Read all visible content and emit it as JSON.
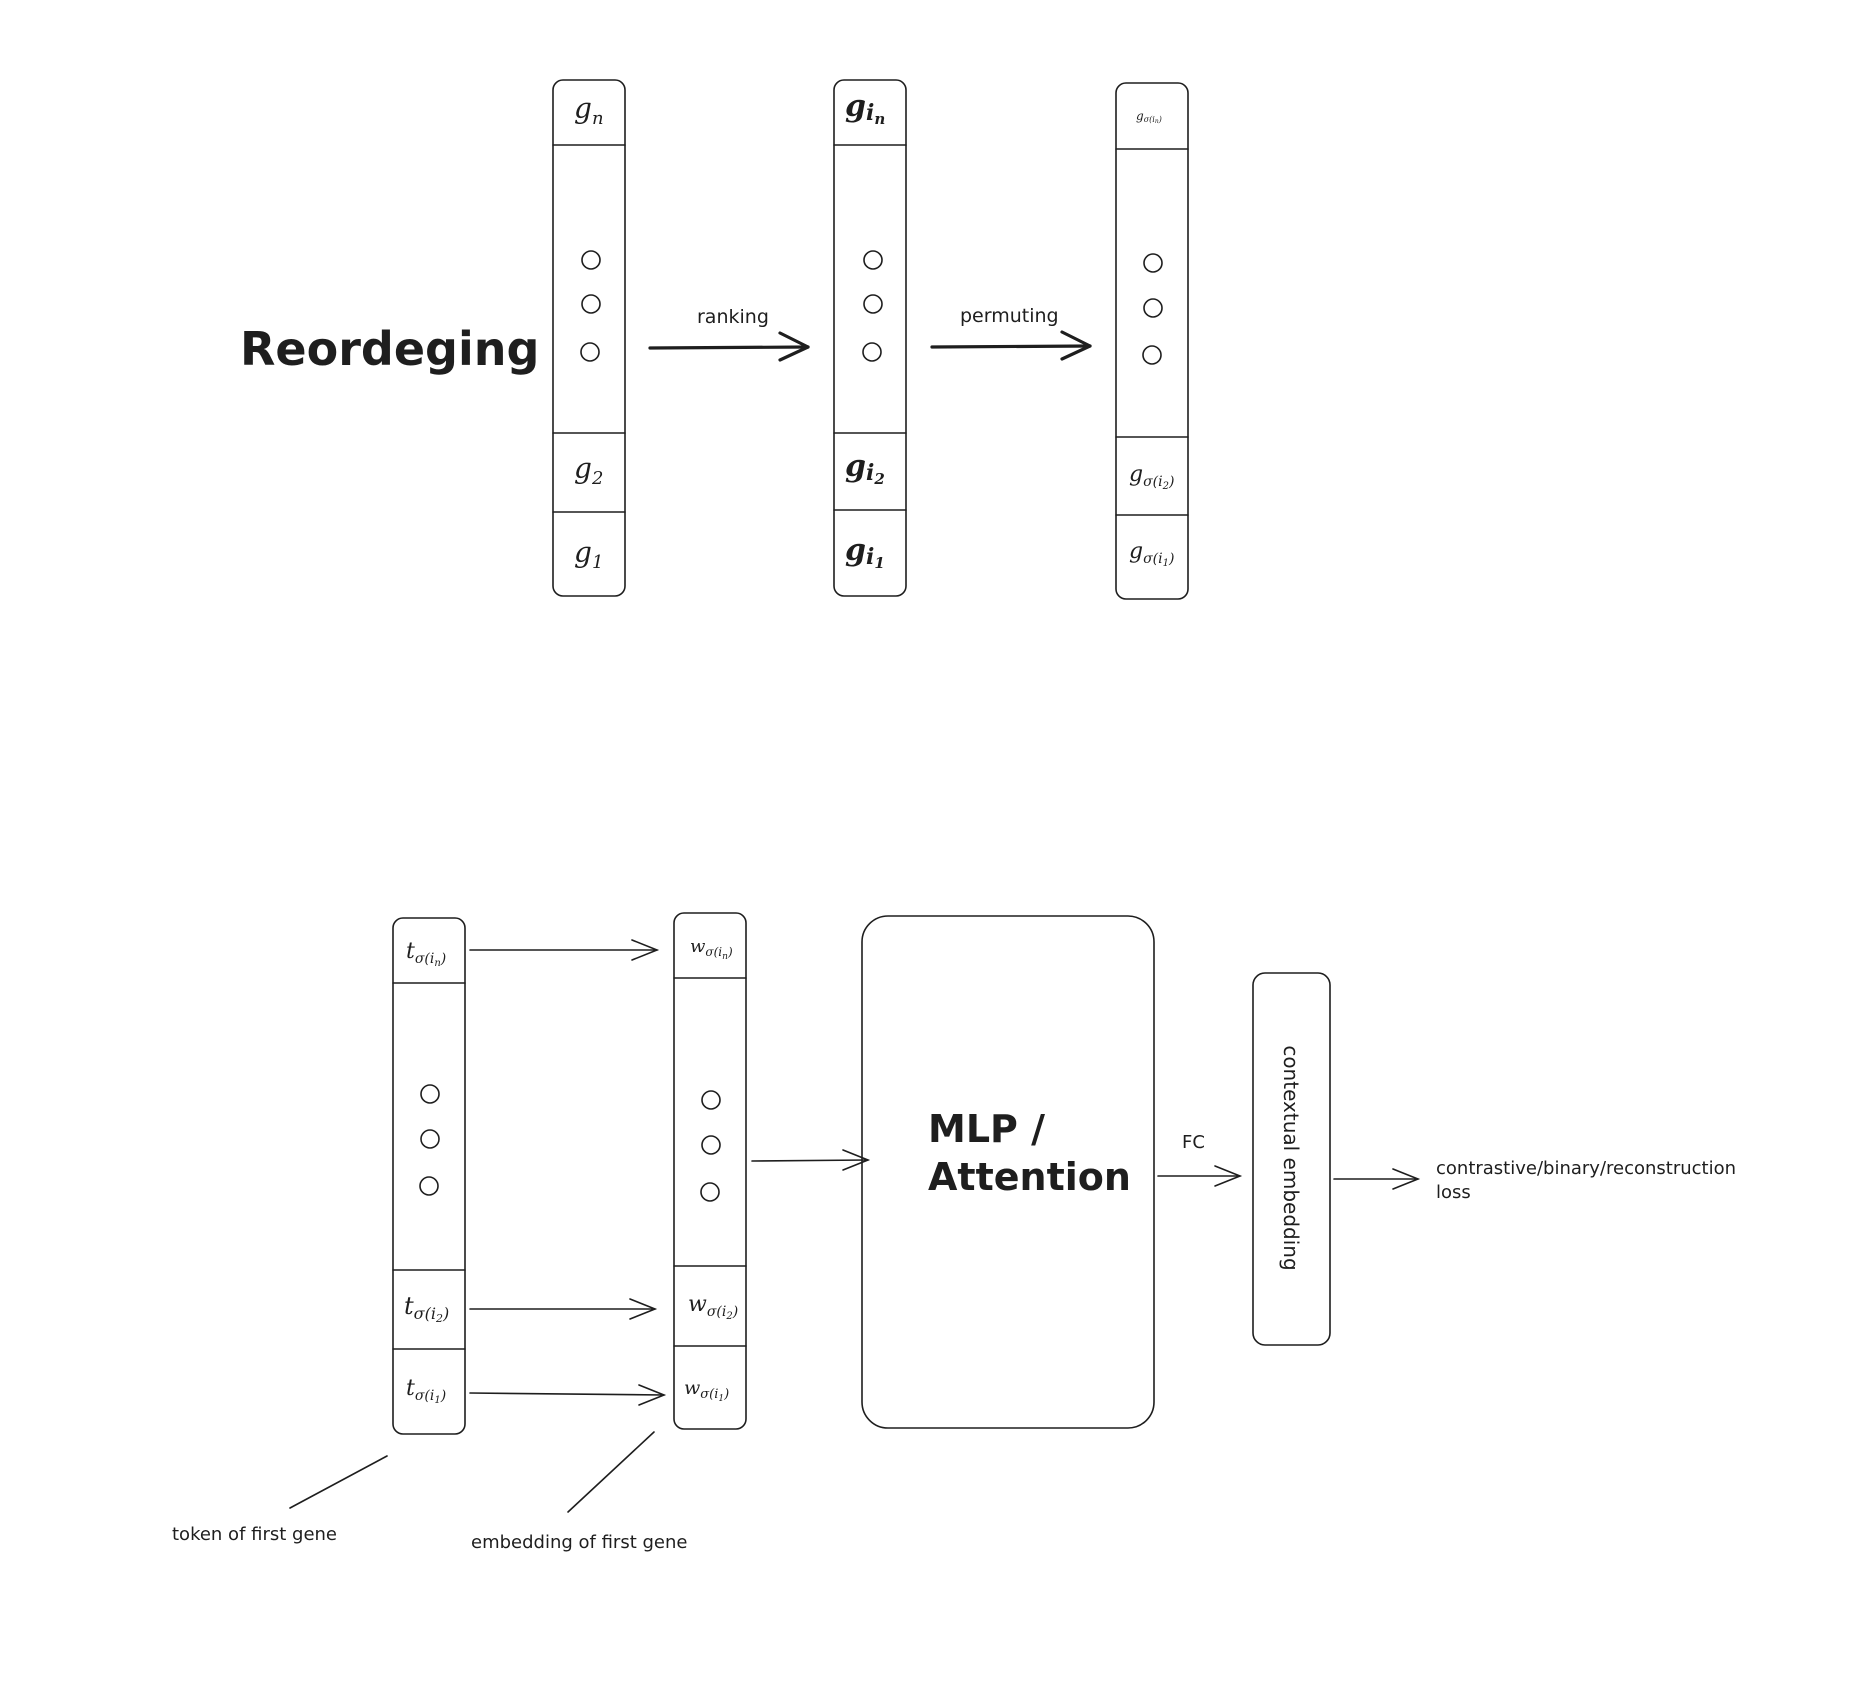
{
  "top": {
    "title": "Reordeging",
    "arrow1_label": "ranking",
    "arrow2_label": "permuting",
    "col1": {
      "top": "g",
      "top_sub": "n",
      "mid": "g",
      "mid_sub": "2",
      "bot": "g",
      "bot_sub": "1"
    },
    "col2": {
      "top": "g",
      "top_sub": "i",
      "top_subsub": "n",
      "mid": "g",
      "mid_sub": "i",
      "mid_subsub": "2",
      "bot": "g",
      "bot_sub": "i",
      "bot_subsub": "1"
    },
    "col3": {
      "top": "g",
      "top_sub": "σ(i",
      "top_subsub": "n",
      "top_close": ")",
      "mid": "g",
      "mid_sub": "σ(i",
      "mid_subsub": "2",
      "mid_close": ")",
      "bot": "g",
      "bot_sub": "σ(i",
      "bot_subsub": "1",
      "bot_close": ")"
    }
  },
  "bottom": {
    "tokens": {
      "top": "t",
      "top_sub": "σ(i",
      "top_subsub": "n",
      "top_close": ")",
      "mid": "t",
      "mid_sub": "σ(i",
      "mid_subsub": "2",
      "mid_close": ")",
      "bot": "t",
      "bot_sub": "σ(i",
      "bot_subsub": "1",
      "bot_close": ")"
    },
    "embeddings": {
      "top": "w",
      "top_sub": "σ(i",
      "top_subsub": "n",
      "top_close": ")",
      "mid": "w",
      "mid_sub": "σ(i",
      "mid_subsub": "2",
      "mid_close": ")",
      "bot": "w",
      "bot_sub": "σ(i",
      "bot_subsub": "1",
      "bot_close": ")"
    },
    "model_line1": "MLP /",
    "model_line2": "Attention",
    "fc_label": "FC",
    "contextual_label": "contextual embedding",
    "loss_line1": "contrastive/binary/reconstruction",
    "loss_line2": "loss",
    "token_note": "token of first gene",
    "embedding_note": "embedding of first gene"
  }
}
